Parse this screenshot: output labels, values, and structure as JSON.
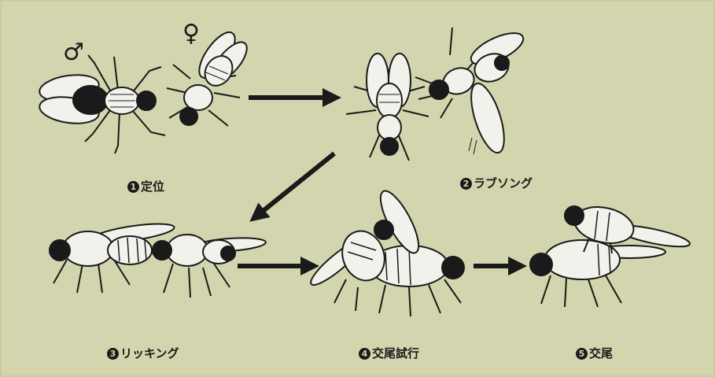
{
  "symbols": {
    "male": "♂",
    "female": "♀"
  },
  "stages": [
    {
      "num": "1",
      "label": "定位"
    },
    {
      "num": "2",
      "label": "ラブソング"
    },
    {
      "num": "3",
      "label": "リッキング"
    },
    {
      "num": "4",
      "label": "交尾試行"
    },
    {
      "num": "5",
      "label": "交尾"
    }
  ],
  "colors": {
    "background": "#d3d5ae",
    "ink": "#1a1a1a",
    "fly_body": "#f2f2ec"
  }
}
